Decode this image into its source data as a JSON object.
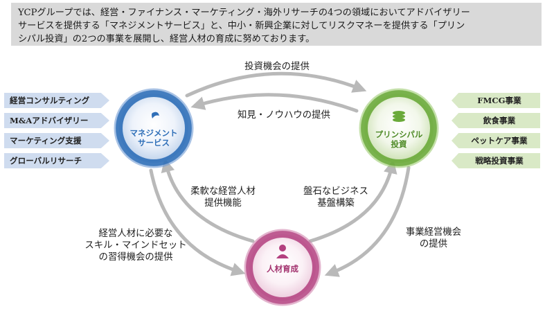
{
  "intro": {
    "line1": "YCPグループでは、経営・ファイナンス・マーケティング・海外リサーチの4つの領域においてアドバイザリー",
    "line2": "サービスを提供する「マネジメントサービス」と、中小・新興企業に対してリスクマネーを提供する「プリン",
    "line3": "シパル投資」の2つの事業を展開し、経営人材の育成に努めております。"
  },
  "left_services": [
    "経営コンサルティング",
    "M&Aアドバイザリー",
    "マーケティング支援",
    "グローバルリサーチ"
  ],
  "right_businesses": [
    "FMCG事業",
    "飲食事業",
    "ペットケア事業",
    "戦略投資事業"
  ],
  "nodes": {
    "management": {
      "line1": "マネジメント",
      "line2": "サービス"
    },
    "principal": {
      "line1": "プリンシパル",
      "line2": "投資"
    },
    "talent": {
      "label": "人材育成"
    }
  },
  "flows": {
    "top_forward": "投資機会の提供",
    "top_back": "知見・ノウハウの提供",
    "inner_left": {
      "line1": "柔軟な経営人材",
      "line2": "提供機能"
    },
    "inner_right": {
      "line1": "盤石なビジネス",
      "line2": "基盤構築"
    },
    "outer_left": {
      "line1": "経営人材に必要な",
      "line2": "スキル・マインドセット",
      "line3": "の習得機会の提供"
    },
    "outer_right": {
      "line1": "事業経営機会",
      "line2": "の提供"
    }
  },
  "colors": {
    "management": "#2f6fb8",
    "principal": "#6aaa3a",
    "talent": "#b3407f",
    "arrow": "#b9b9b9",
    "intro_bg": "#d9d9d9"
  }
}
